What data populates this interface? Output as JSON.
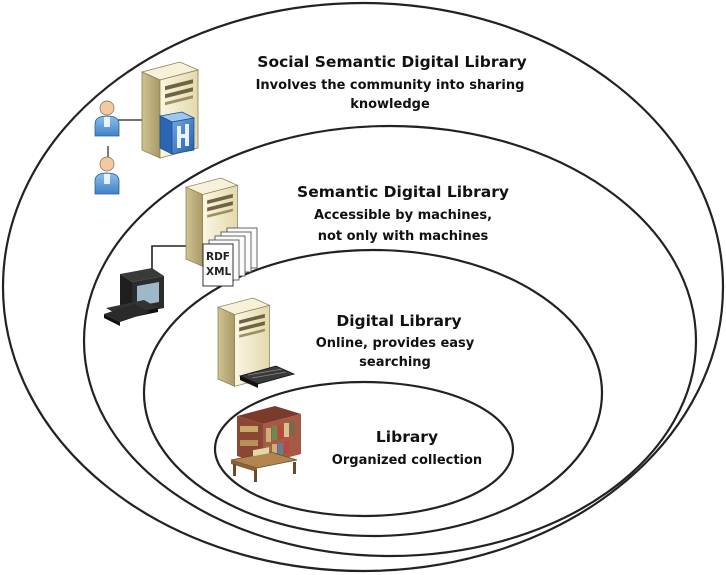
{
  "layers": [
    {
      "id": "social",
      "title": "Social Semantic Digital Library",
      "desc_line1": "Involves the community into sharing",
      "desc_line2": "knowledge"
    },
    {
      "id": "semantic",
      "title": "Semantic Digital Library",
      "desc_line1": "Accessible by machines,",
      "desc_line2": "not only with machines"
    },
    {
      "id": "digital",
      "title": "Digital Library",
      "desc_line1": "Online, provides easy",
      "desc_line2": "searching"
    },
    {
      "id": "library",
      "title": "Library",
      "desc_line1": "Organized collection"
    }
  ],
  "doc_labels": {
    "rdf": "RDF",
    "xml": "XML"
  },
  "colors": {
    "ring_stroke": "#222222",
    "server_light": "#f1ebcd",
    "server_mid": "#d8cd9f",
    "server_dark": "#b5a873",
    "person_blue": "#5b9bd5",
    "tile_blue": "#3d7cc9"
  },
  "icons": [
    "server-icon",
    "person-icon",
    "tile-icon",
    "document-stack-icon",
    "computer-icon",
    "keyboard-icon",
    "bookshelf-icon"
  ]
}
